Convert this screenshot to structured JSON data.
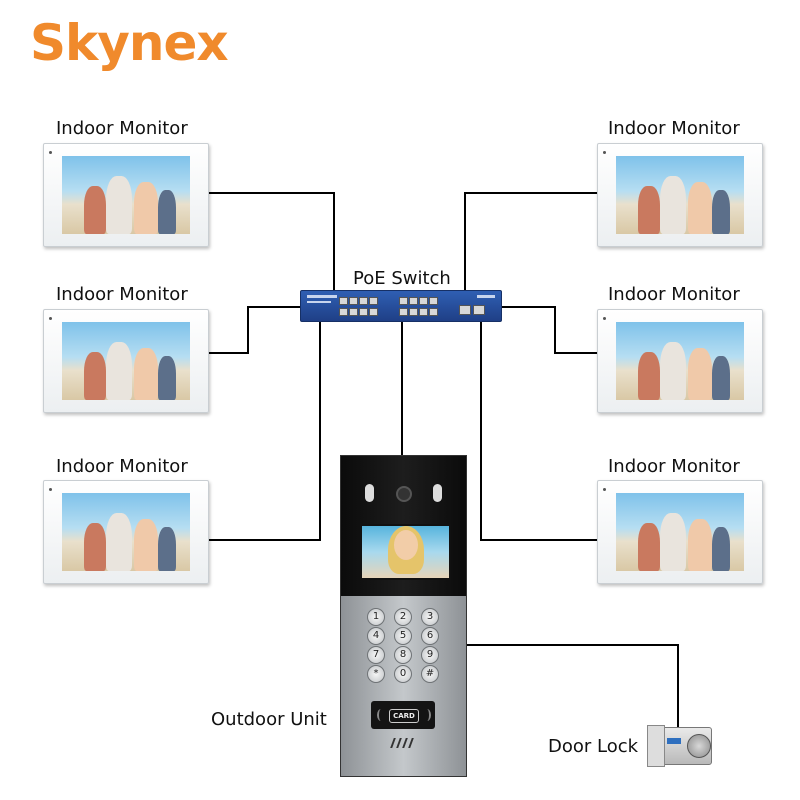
{
  "brand": {
    "logo": "Skynex",
    "color": "#f08a2c"
  },
  "labels": {
    "monitor": "Indoor Monitor",
    "switch": "PoE Switch",
    "outdoor": "Outdoor Unit",
    "door_lock": "Door Lock",
    "card": "CARD"
  },
  "keypad": [
    "1",
    "2",
    "3",
    "4",
    "5",
    "6",
    "7",
    "8",
    "9",
    "*",
    "0",
    "#"
  ],
  "colors": {
    "switch": "#2a55a8",
    "wire": "#000000",
    "outdoor_top": "#111111",
    "outdoor_panel": "#b0b4b7"
  }
}
